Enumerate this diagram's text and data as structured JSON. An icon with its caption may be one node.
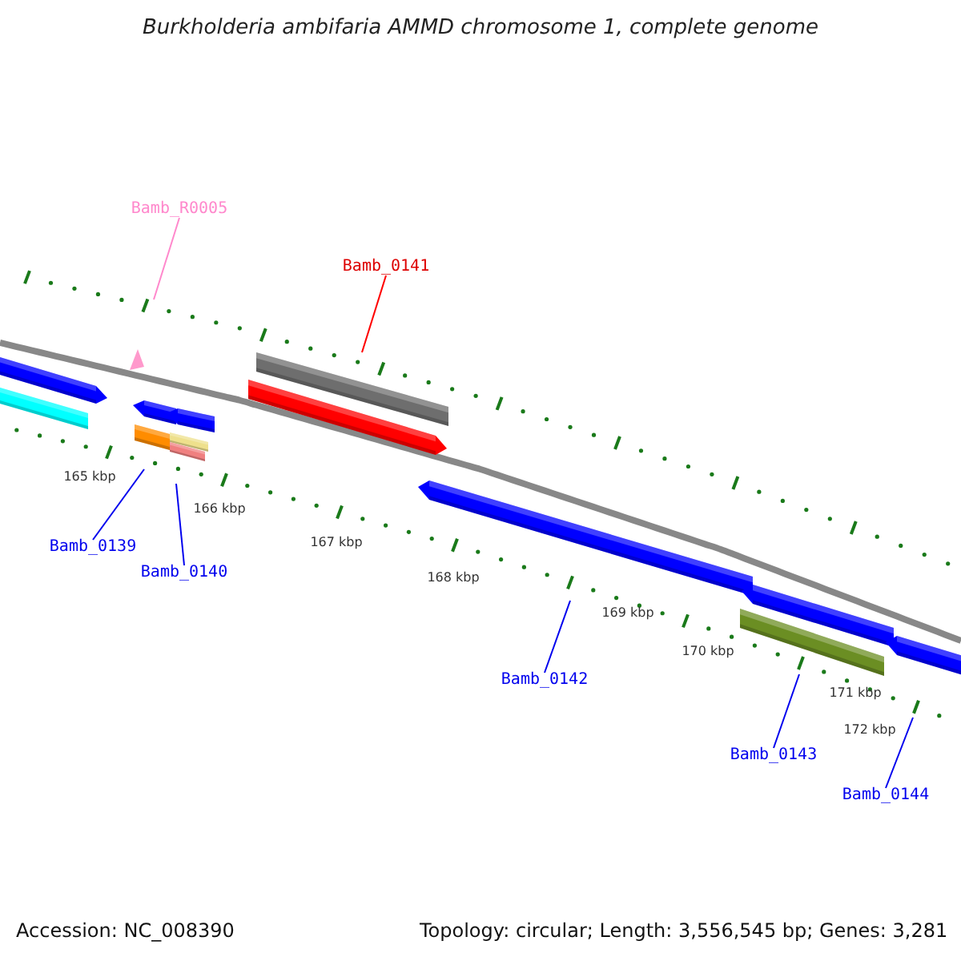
{
  "diagram": {
    "title": "Burkholderia ambifaria AMMD chromosome 1, complete genome",
    "nodes": [
      {
        "text": [
          "Bamb_R0005"
        ]
      },
      {
        "text": [
          "Bamb_0141"
        ]
      },
      {
        "text": [
          "Bamb_0139"
        ]
      },
      {
        "text": [
          "Bamb_0140"
        ]
      },
      {
        "text": [
          "Bamb_0142"
        ]
      },
      {
        "text": [
          "Bamb_0143"
        ]
      },
      {
        "text": [
          "Bamb_0144"
        ]
      }
    ],
    "edges": [
      {
        "from": 0,
        "to": null,
        "arrow": "none",
        "color": "#ff88cc"
      },
      {
        "from": 1,
        "to": null,
        "arrow": "none",
        "color": "#ff0000"
      },
      {
        "from": 2,
        "to": null,
        "arrow": "none"
      },
      {
        "from": 3,
        "to": null,
        "arrow": "none"
      },
      {
        "from": 4,
        "to": null,
        "arrow": "none"
      },
      {
        "from": 5,
        "to": null,
        "arrow": "none"
      },
      {
        "from": 6,
        "to": null,
        "arrow": "none"
      }
    ],
    "labels": [
      "165 kbp",
      "166 kbp",
      "167 kbp",
      "168 kbp",
      "169 kbp",
      "170 kbp",
      "171 kbp",
      "172 kbp",
      "Accession: NC_008390",
      "Topology: circular; Length: 3,556,545 bp; Genes: 3,281"
    ]
  }
}
